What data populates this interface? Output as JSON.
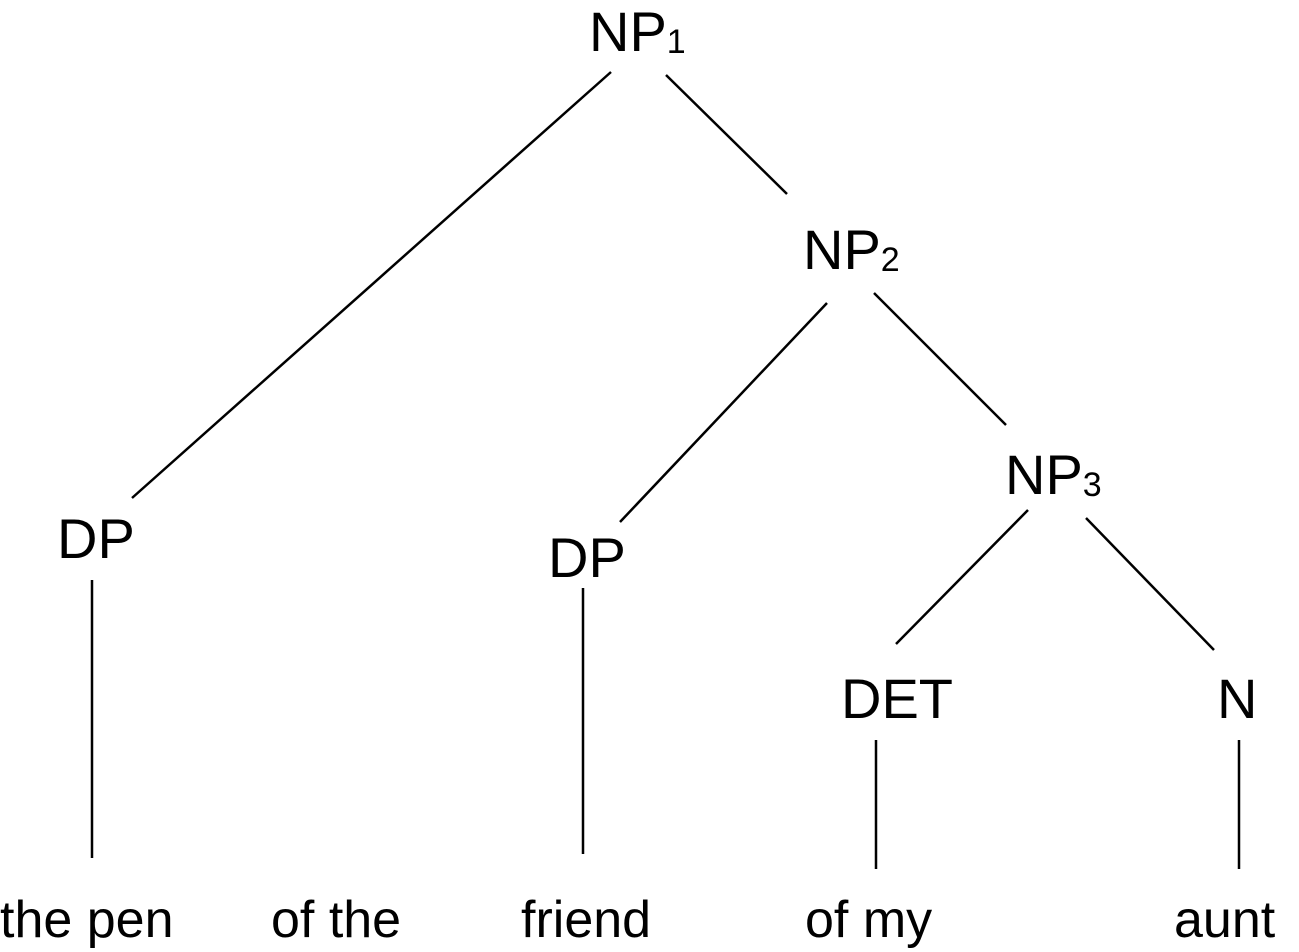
{
  "tree": {
    "nodes": {
      "np1": {
        "label": "NP",
        "subscript": "1"
      },
      "np2": {
        "label": "NP",
        "subscript": "2"
      },
      "np3": {
        "label": "NP",
        "subscript": "3"
      },
      "dp1": {
        "label": "DP"
      },
      "dp2": {
        "label": "DP"
      },
      "det": {
        "label": "DET"
      },
      "n": {
        "label": "N"
      }
    },
    "words": [
      "the pen",
      "of the",
      "friend",
      "of my",
      "aunt"
    ],
    "line_color": "#000000",
    "text_color": "#000000"
  }
}
